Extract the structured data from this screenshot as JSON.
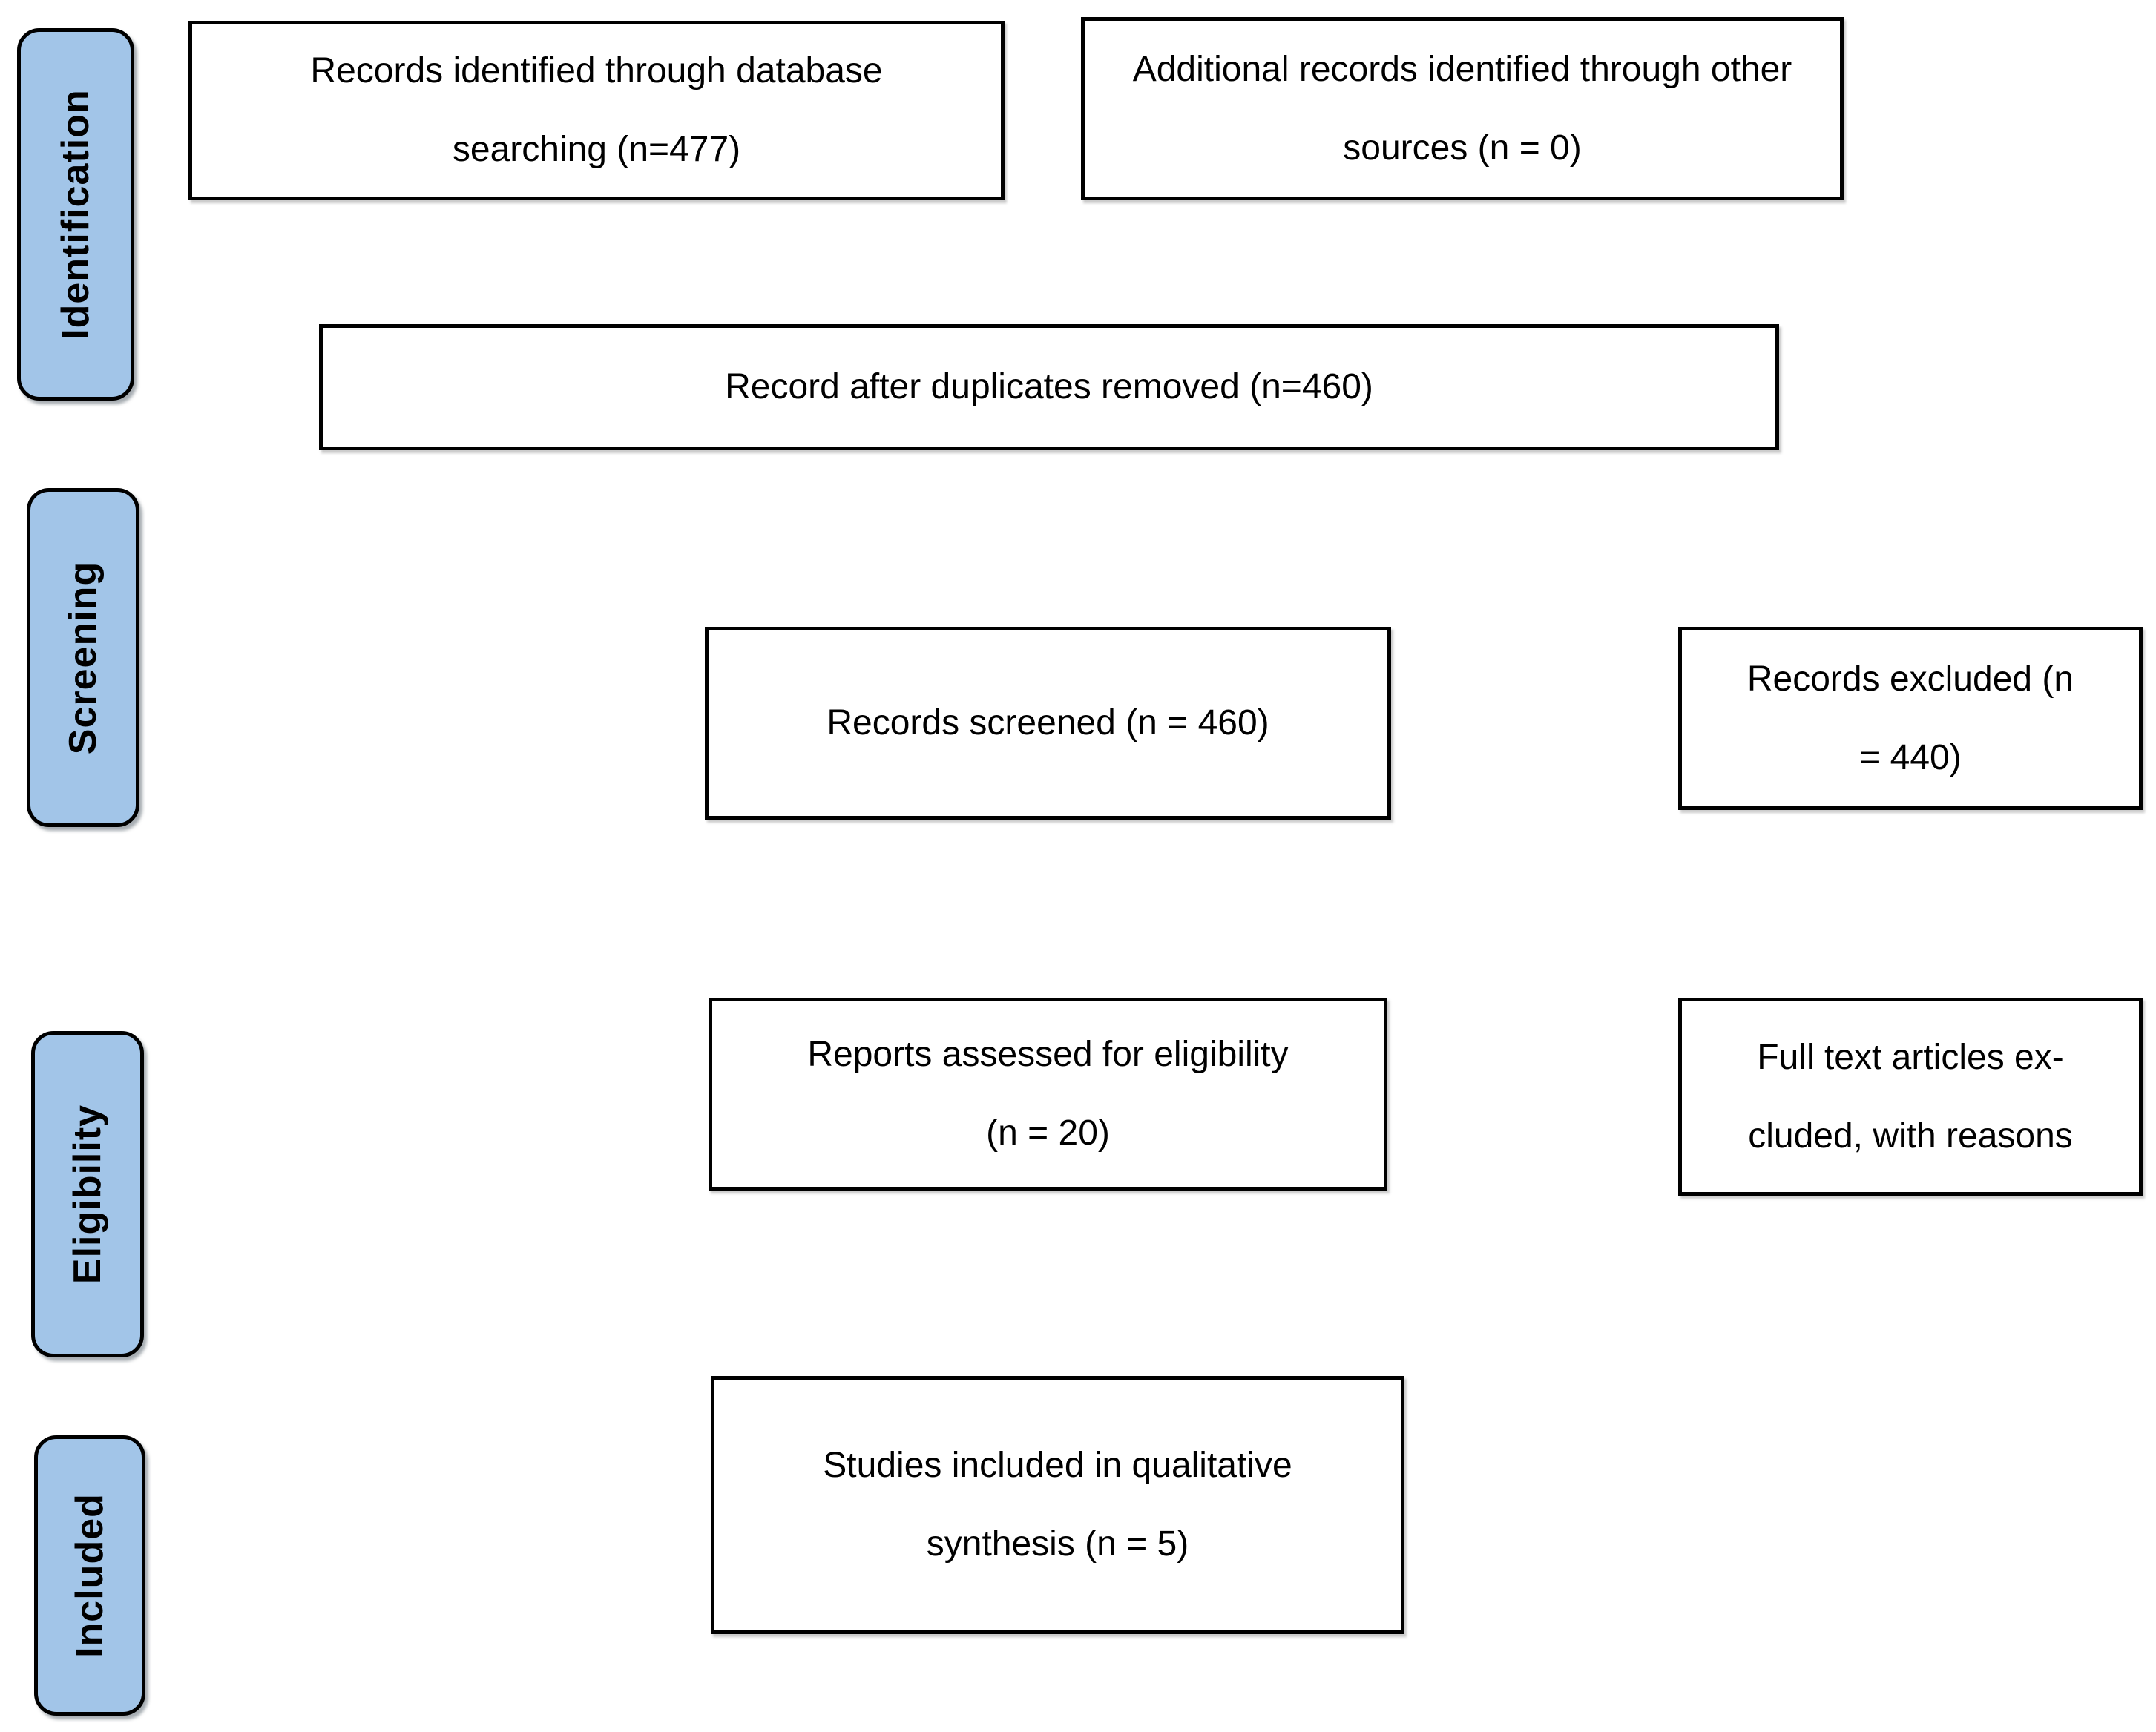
{
  "diagram": {
    "type": "prisma-flow-diagram",
    "colors": {
      "background": "#ffffff",
      "stage_fill": "#a2c5e8",
      "stage_border": "#000000",
      "box_fill": "#ffffff",
      "box_border": "#000000",
      "text": "#000000"
    }
  },
  "stages": [
    {
      "label": "Identification"
    },
    {
      "label": "Screening"
    },
    {
      "label": "Eligibility"
    },
    {
      "label": "Included"
    }
  ],
  "boxes": {
    "identified": {
      "line1": "Records identified through database",
      "line2": "searching (n=477)"
    },
    "additional": {
      "line1": "Additional records identified through other",
      "line2": "sources (n = 0)"
    },
    "deduplicated": {
      "line1": "Record after duplicates removed (n=460)"
    },
    "screened": {
      "line1": "Records screened (n = 460)"
    },
    "excluded": {
      "line1": "Records excluded (n",
      "line2": "= 440)"
    },
    "assessed": {
      "line1": "Reports assessed for eligibility",
      "line2": "(n = 20)"
    },
    "fulltext_excluded": {
      "line1": "Full text articles ex-",
      "line2": "cluded, with reasons"
    },
    "included_qualitative": {
      "line1": "Studies included in qualitative",
      "line2": "synthesis (n = 5)"
    }
  }
}
